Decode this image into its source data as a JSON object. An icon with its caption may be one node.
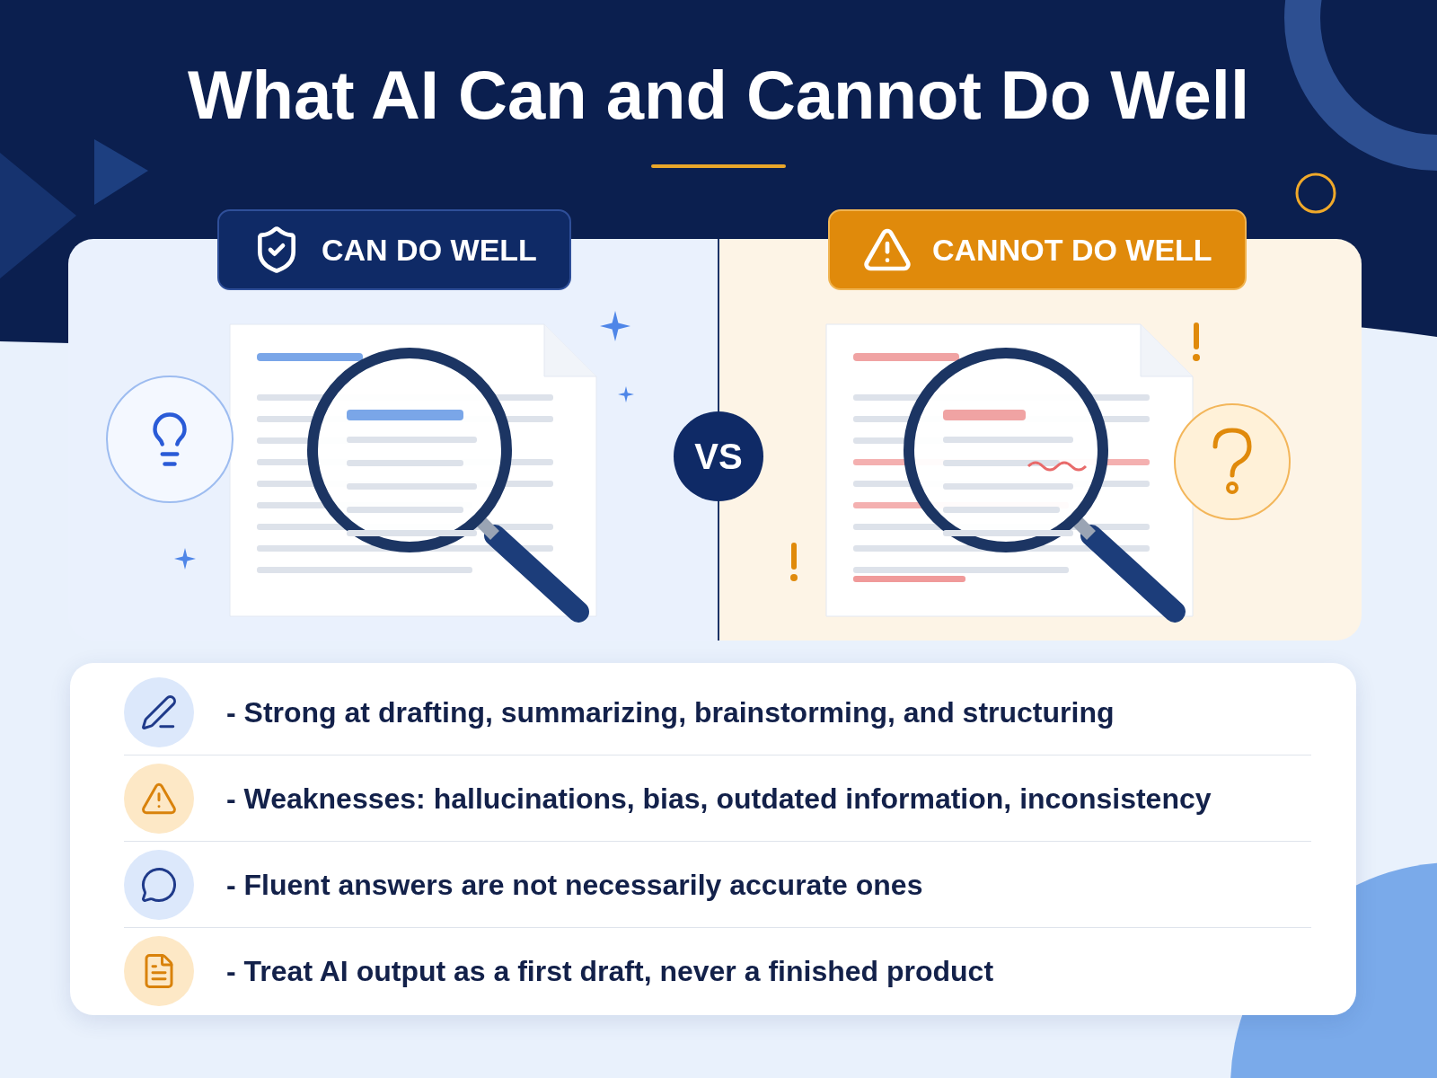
{
  "diagram": {
    "title": "What AI Can and Cannot Do Well",
    "nodes": [
      {
        "text": [
          "CAN DO WELL"
        ]
      },
      {
        "text": [
          "CANNOT DO WELL"
        ]
      },
      {
        "text": [
          "VS"
        ]
      }
    ],
    "labels": [
      "- Strong at drafting, summarizing, brainstorming, and structuring",
      "- Weaknesses: hallucinations, bias, outdated information, inconsistency",
      "- Fluent answers are not necessarily accurate ones",
      "- Treat AI output as a first draft, never a finished product"
    ]
  }
}
